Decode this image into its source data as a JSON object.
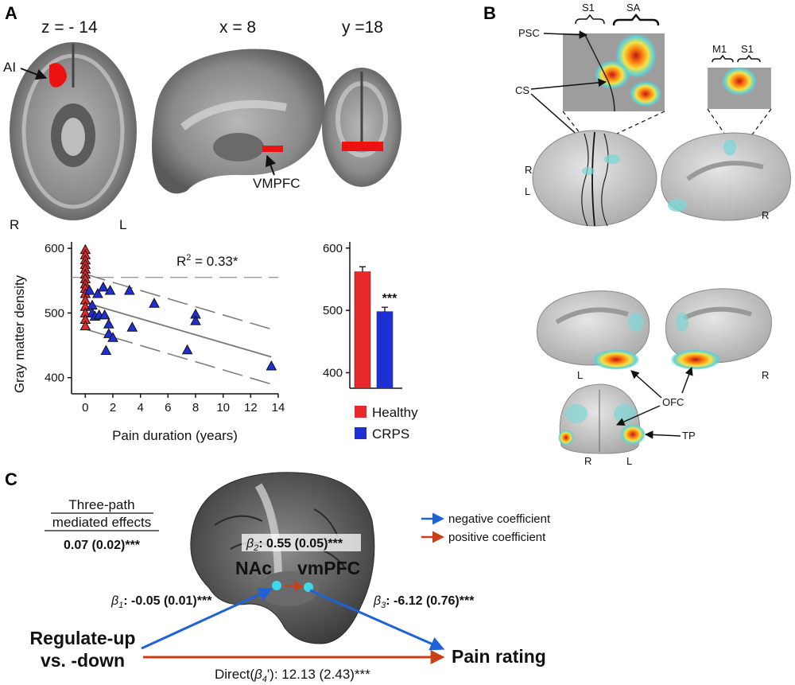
{
  "colors": {
    "healthy": "#e8282a",
    "crps": "#1f2fd6",
    "negative": "#1f62d6",
    "positive": "#c8401a",
    "brain_gray": "#9a9a9a",
    "cortex_gray": "#cfcfcf"
  },
  "panelA": {
    "letter": "A",
    "slice_labels": [
      "z = - 14",
      "x = 8",
      "y =18"
    ],
    "ai_label": "AI",
    "vmpfc_label": "VMPFC",
    "r_label": "R",
    "l_label": "L",
    "r2_text": "R",
    "r2_sup": "2",
    "r2_value": " = 0.33*",
    "legend": {
      "healthy": "Healthy",
      "crps": "CRPS"
    },
    "significance": "***"
  },
  "panelB": {
    "letter": "B",
    "s1_label": "S1",
    "sa_label": "SA",
    "m1_label": "M1",
    "s1b_label": "S1",
    "psc_label": "PSC",
    "cs_label": "CS",
    "ofc_label": "OFC",
    "tp_label": "TP",
    "r_label": "R",
    "l_label": "L"
  },
  "panelC": {
    "letter": "C",
    "title_line1": "Three-path",
    "title_line2": "mediated effects",
    "effect_value": "0.07 (0.02)***",
    "beta2_sym": "β",
    "beta2_sub": "2",
    "beta2_value": ": 0.55 (0.05)***",
    "beta1_sym": "β",
    "beta1_sub": "1",
    "beta1_value": ": -0.05 (0.01)***",
    "beta3_sym": "β",
    "beta3_sub": "3",
    "beta3_value": ": -6.12 (0.76)***",
    "direct_prefix": "Direct(",
    "direct_beta": "β",
    "direct_sub": "4",
    "direct_suffix": "'): 12.13 (2.43)***",
    "nac_label": "NAc",
    "vmpfc_label": "vmPFC",
    "predictor_line1": "Regulate-up",
    "predictor_line2": "vs. -down",
    "outcome_label": "Pain rating",
    "legend_negative": "negative coefficient",
    "legend_positive": "positive coefficient"
  },
  "chart_data": [
    {
      "type": "scatter",
      "xlabel": "Pain duration (years)",
      "ylabel": "Gray matter density",
      "xlim": [
        -1,
        14
      ],
      "ylim": [
        375,
        610
      ],
      "xticks": [
        0,
        2,
        4,
        6,
        8,
        10,
        12,
        14
      ],
      "yticks": [
        400,
        500,
        600
      ],
      "series": [
        {
          "name": "Healthy",
          "points": [
            [
              0,
              598
            ],
            [
              0,
              590
            ],
            [
              0,
              582
            ],
            [
              0,
              575
            ],
            [
              0,
              568
            ],
            [
              0,
              560
            ],
            [
              0,
              553
            ],
            [
              0,
              545
            ],
            [
              0,
              538
            ],
            [
              0,
              530
            ],
            [
              0,
              520
            ],
            [
              0,
              510
            ],
            [
              0,
              500
            ],
            [
              0,
              490
            ],
            [
              0,
              480
            ]
          ]
        },
        {
          "name": "CRPS",
          "points": [
            [
              0.3,
              535
            ],
            [
              0.5,
              512
            ],
            [
              0.5,
              500
            ],
            [
              0.7,
              495
            ],
            [
              0.9,
              530
            ],
            [
              1.0,
              497
            ],
            [
              1.3,
              540
            ],
            [
              1.4,
              497
            ],
            [
              1.5,
              442
            ],
            [
              1.7,
              468
            ],
            [
              1.7,
              483
            ],
            [
              1.8,
              535
            ],
            [
              2.0,
              462
            ],
            [
              3.2,
              535
            ],
            [
              3.4,
              478
            ],
            [
              5.0,
              515
            ],
            [
              7.4,
              443
            ],
            [
              8.0,
              498
            ],
            [
              8.0,
              488
            ],
            [
              13.5,
              418
            ]
          ]
        }
      ],
      "fit_line": {
        "x": [
          0,
          13.5
        ],
        "y": [
          516,
          432
        ]
      },
      "ci_upper": {
        "x": [
          0,
          13.5
        ],
        "y": [
          560,
          475
        ]
      },
      "ci_lower": {
        "x": [
          0,
          13.5
        ],
        "y": [
          475,
          390
        ]
      },
      "reference_line_y": 555
    },
    {
      "type": "bar",
      "categories": [
        "Healthy",
        "CRPS"
      ],
      "values": [
        562,
        498
      ],
      "errors": [
        8,
        7
      ],
      "ylim": [
        375,
        610
      ],
      "yticks": [
        400,
        500,
        600
      ]
    }
  ]
}
